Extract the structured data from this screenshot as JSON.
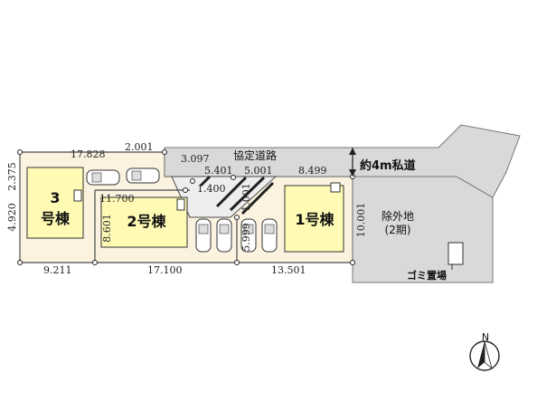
{
  "labels": {
    "private_road": "約4m私道",
    "agreement_road": "協定道路",
    "excluded_land": "除外地",
    "excluded_land_phase": "(2期)",
    "garbage_area": "ゴミ置場",
    "north": "N"
  },
  "buildings": {
    "b3_num": "3",
    "b3_name": "号棟",
    "b2": "2号棟",
    "b1": "1号棟"
  },
  "dimensions": {
    "top_left": "17.828",
    "left_top": "2.375",
    "left_main": "4.920",
    "corner_small": "2.001",
    "road_a": "3.097",
    "road_b": "5.401",
    "road_c": "5.001",
    "top_right": "8.499",
    "inner_width": "11.700",
    "inner_small": "1.400",
    "diag_a": "1.001",
    "lot2_depth": "8.601",
    "lot1_left": "5.999",
    "lot1_right": "10.001",
    "bottom_left": "9.211",
    "bottom_mid": "17.100",
    "bottom_right": "13.501"
  },
  "colors": {
    "lot_fill": "#fbf3df",
    "road_fill": "#d9d9d9",
    "building_fill": "#fffbb5",
    "outline": "#4a4a4a"
  }
}
